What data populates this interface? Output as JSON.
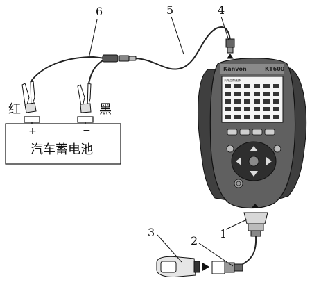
{
  "battery": {
    "label": "汽车蓄电池",
    "red_label": "红",
    "black_label": "黑",
    "plus": "+",
    "minus": "−"
  },
  "device": {
    "brand_logo": "Kanvon",
    "model": "KT600",
    "screen_header": "汽车品牌选择"
  },
  "callouts": {
    "c1": "1",
    "c2": "2",
    "c3": "3",
    "c4": "4",
    "c5": "5",
    "c6": "6"
  },
  "colors": {
    "line": "#1a1a1a",
    "device_body": "#5b5b5b",
    "screen": "#f4f4f4"
  }
}
